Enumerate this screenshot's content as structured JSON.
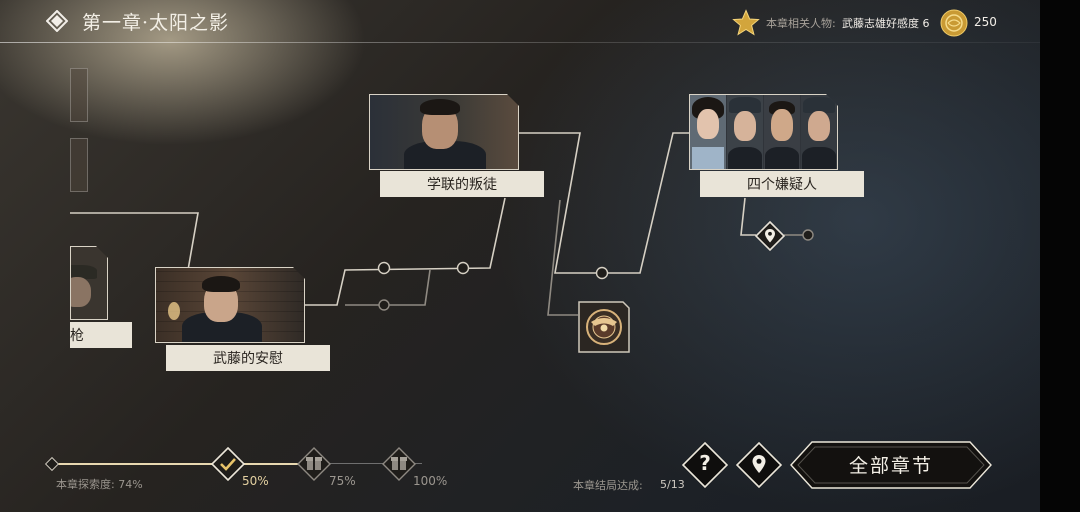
{
  "header": {
    "chapter_title": "第一章·太阳之影",
    "related_label": "本章相关人物:",
    "related_value": "武藤志雄好感度 6",
    "coins": "250",
    "back_icon": "back-diamond-icon",
    "star_icon": "gold-star-icon",
    "coin_icon": "gold-coin-icon"
  },
  "nodes": {
    "left_partial": "枪",
    "wuteng": "武藤的安慰",
    "traitor": "学联的叛徒",
    "suspects": "四个嫌疑人"
  },
  "progress": {
    "label": "本章探索度:",
    "value": "74%",
    "fraction": 0.74,
    "milestones": [
      "50%",
      "75%",
      "100%"
    ]
  },
  "ending": {
    "label": "本章结局达成:",
    "value": "5/13"
  },
  "buttons": {
    "all_chapters": "全部章节",
    "help": "?",
    "location": "location-pin-icon"
  },
  "colors": {
    "accent": "#e8d8b0",
    "card_label_bg": "#e9e4d8",
    "line": "#d9d3c6"
  }
}
